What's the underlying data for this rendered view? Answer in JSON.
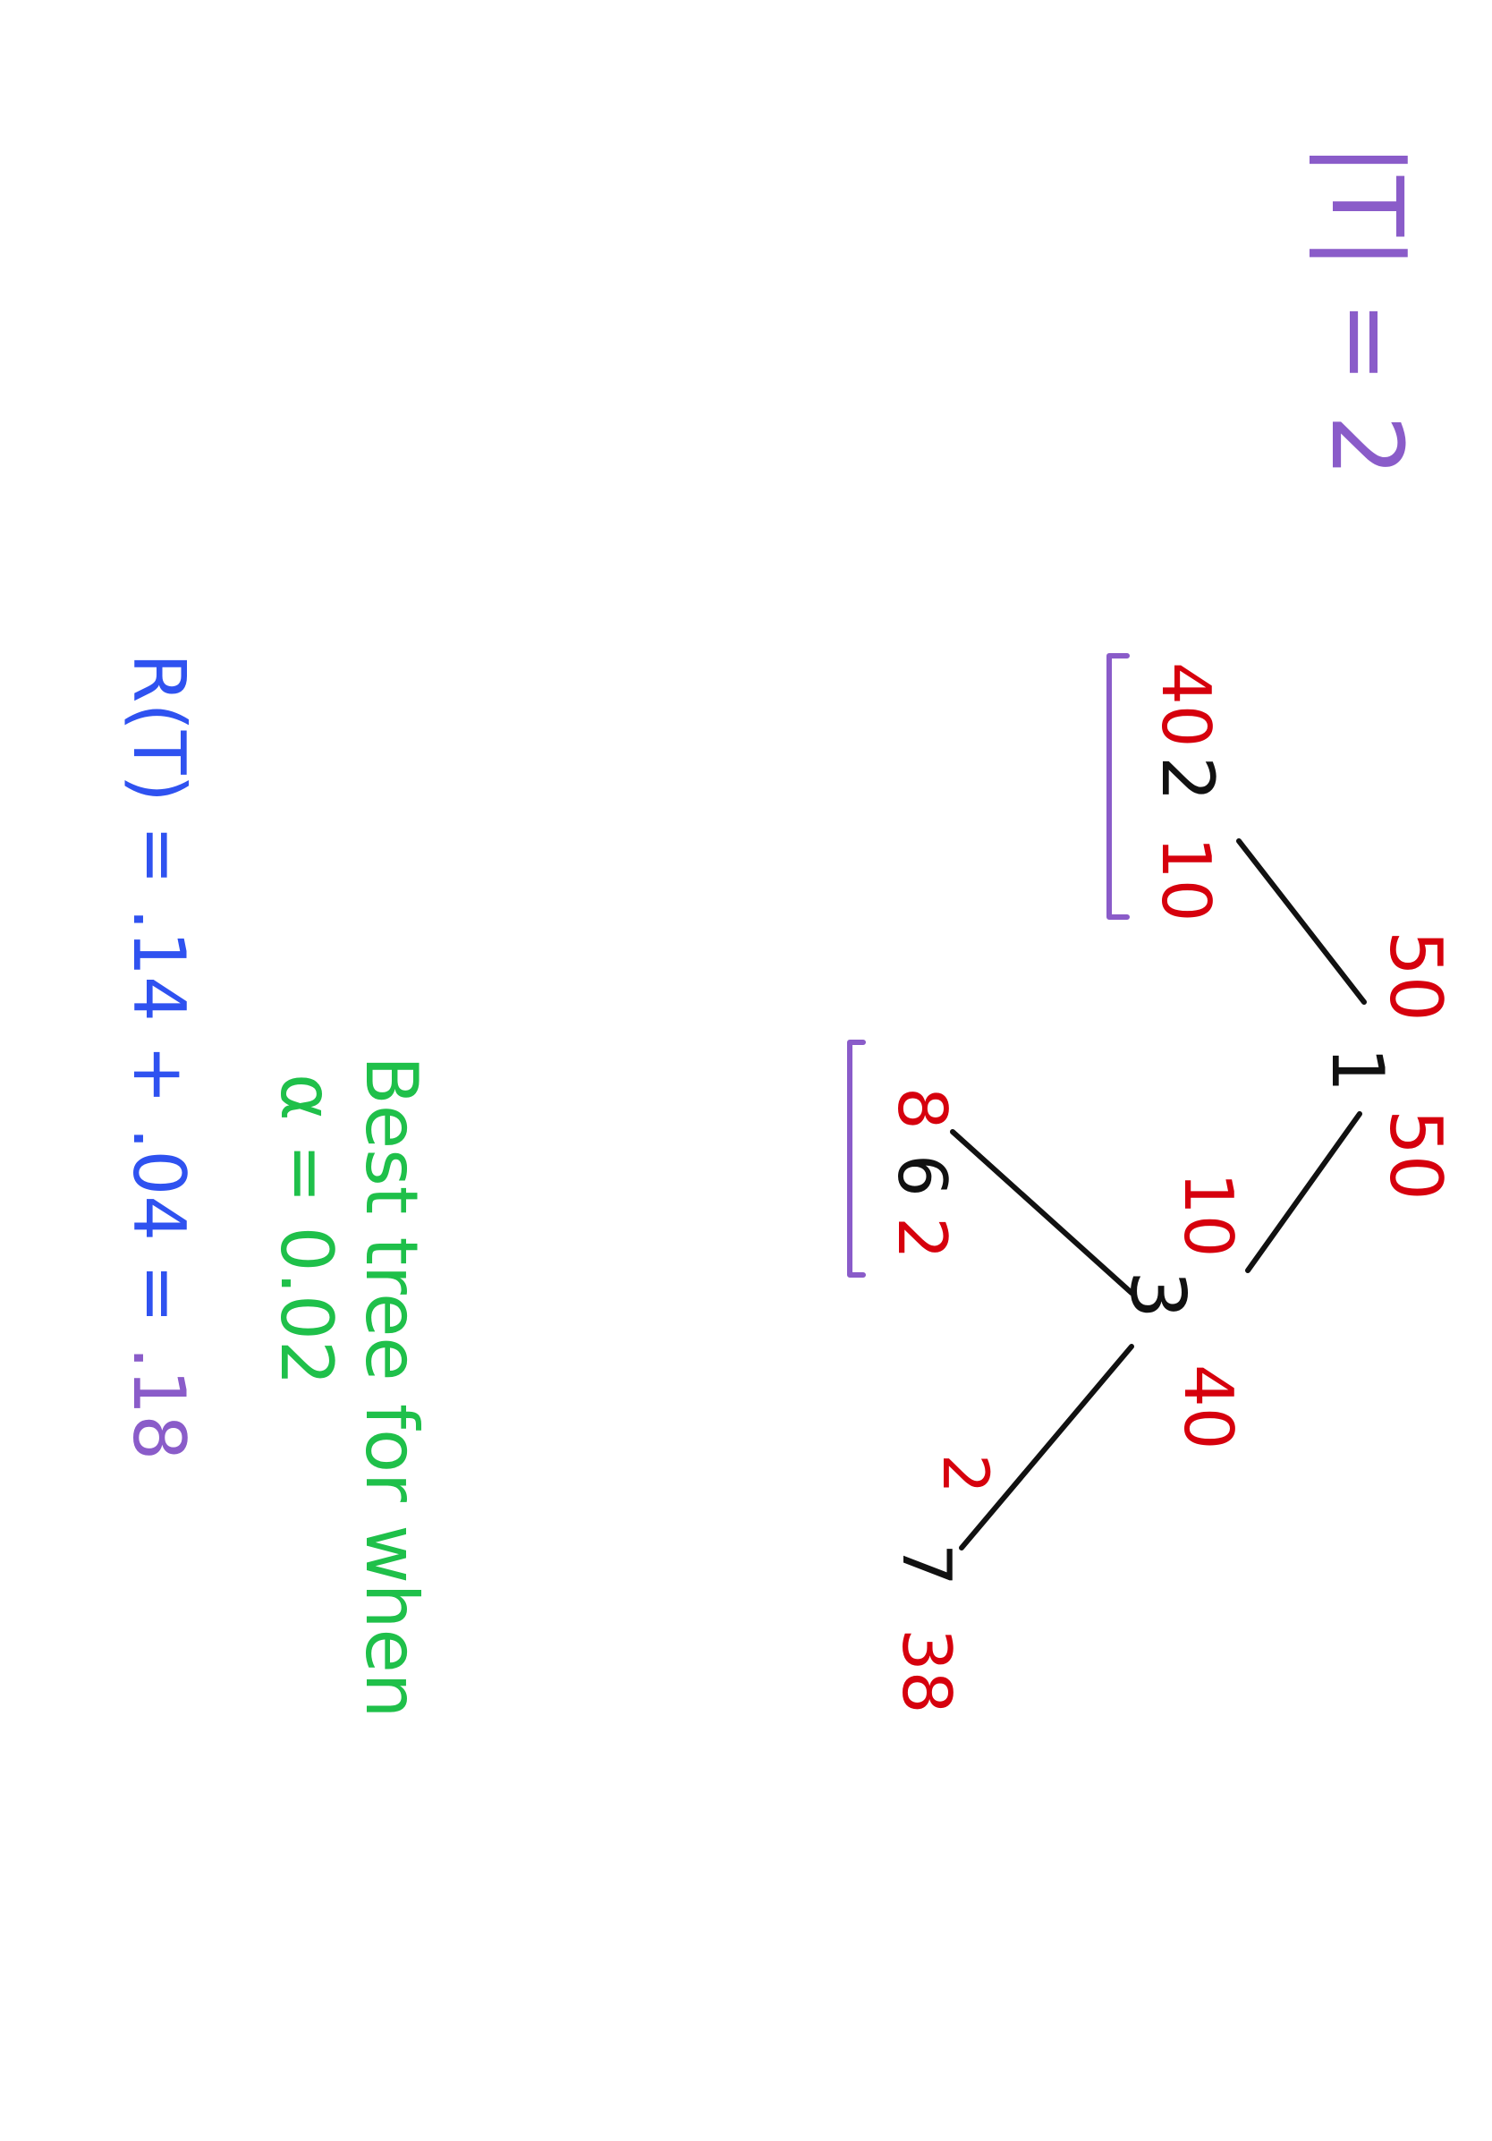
{
  "header": {
    "tree_size": "|T| = 2"
  },
  "tree": {
    "node1": {
      "label": "1",
      "left": "50",
      "right": "50"
    },
    "node2": {
      "label": "2",
      "left": "40",
      "right": "10"
    },
    "node3": {
      "label": "3",
      "left": "10",
      "right": "40"
    },
    "node6": {
      "label": "6",
      "left": "8",
      "right": "2"
    },
    "node7": {
      "label": "7",
      "left": "2",
      "right": "38"
    }
  },
  "note": {
    "line1": "Best tree for when",
    "line2": "α = 0.02"
  },
  "risk": {
    "prefix": "R(T) = .14 + .04 = ",
    "result": ".18"
  },
  "colors": {
    "counts": "#d6000d",
    "nodes": "#111111",
    "brackets": "#8a5cc9",
    "note": "#1fc04a",
    "risk": "#2f52f0"
  }
}
